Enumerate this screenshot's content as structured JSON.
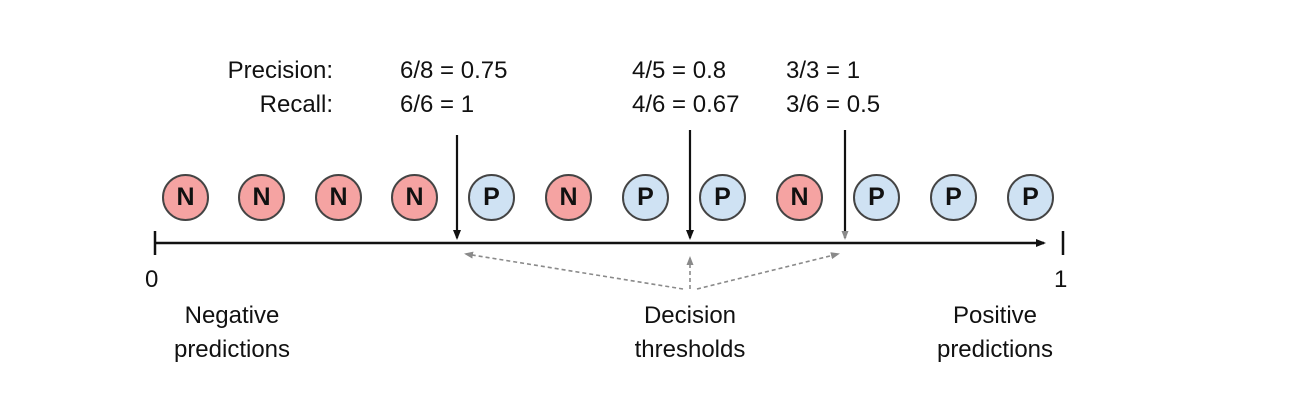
{
  "metrics": {
    "precision_label": "Precision:",
    "recall_label": "Recall:",
    "columns": [
      {
        "precision": "6/8 = 0.75",
        "recall": "6/6 = 1"
      },
      {
        "precision": "4/5 = 0.8",
        "recall": "4/6 = 0.67"
      },
      {
        "precision": "3/3 = 1",
        "recall": "3/6 = 0.5"
      }
    ]
  },
  "axis": {
    "min_label": "0",
    "max_label": "1"
  },
  "circles": [
    {
      "label": "N",
      "class": "negative"
    },
    {
      "label": "N",
      "class": "negative"
    },
    {
      "label": "N",
      "class": "negative"
    },
    {
      "label": "N",
      "class": "negative"
    },
    {
      "label": "P",
      "class": "positive"
    },
    {
      "label": "N",
      "class": "negative"
    },
    {
      "label": "P",
      "class": "positive"
    },
    {
      "label": "P",
      "class": "positive"
    },
    {
      "label": "N",
      "class": "negative"
    },
    {
      "label": "P",
      "class": "positive"
    },
    {
      "label": "P",
      "class": "positive"
    },
    {
      "label": "P",
      "class": "positive"
    }
  ],
  "captions": {
    "negative": {
      "line1": "Negative",
      "line2": "predictions"
    },
    "thresholds": {
      "line1": "Decision",
      "line2": "thresholds"
    },
    "positive": {
      "line1": "Positive",
      "line2": "predictions"
    }
  },
  "colors": {
    "negative_fill": "#F5A3A2",
    "positive_fill": "#CFE2F3",
    "circle_stroke": "#444444",
    "axis_stroke": "#111111",
    "dashed_pointer": "#8a8a8a"
  }
}
